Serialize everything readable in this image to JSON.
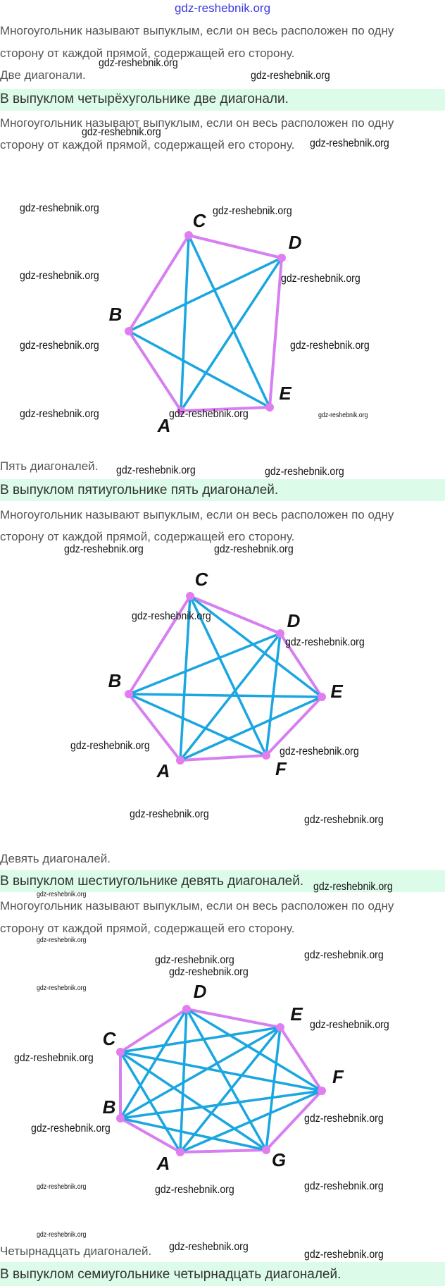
{
  "header": {
    "watermark": "gdz-reshebnik.org"
  },
  "definition": {
    "line1": "Многоугольник называют выпуклым, если он весь расположен по одну",
    "line2": "сторону от каждой прямой, содержащей его сторону."
  },
  "sections": [
    {
      "answer": "Две диагонали.",
      "conclusion": "В выпуклом четырёхугольнике две диагонали."
    },
    {
      "answer": "Пять диагоналей.",
      "conclusion": "В выпуклом пятиугольнике пять диагоналей."
    },
    {
      "answer": "Девять диагоналей.",
      "conclusion": "В выпуклом шестиугольнике девять диагоналей."
    },
    {
      "answer": "Четырнадцать диагоналей.",
      "conclusion": "В выпуклом семиугольнике четырнадцать диагоналей."
    }
  ],
  "figures": [
    {
      "vertices": [
        "A",
        "B",
        "C",
        "D",
        "E"
      ]
    },
    {
      "vertices": [
        "A",
        "B",
        "C",
        "D",
        "E",
        "F"
      ]
    },
    {
      "vertices": [
        "A",
        "B",
        "C",
        "D",
        "E",
        "F",
        "G"
      ]
    }
  ],
  "colors": {
    "side": "#d77ff0",
    "diagonal": "#1aa6e0",
    "vertex": "#e07ef0",
    "band": "#dcfbe8",
    "text": "#555555"
  },
  "watermark": "gdz-reshebnik.org"
}
